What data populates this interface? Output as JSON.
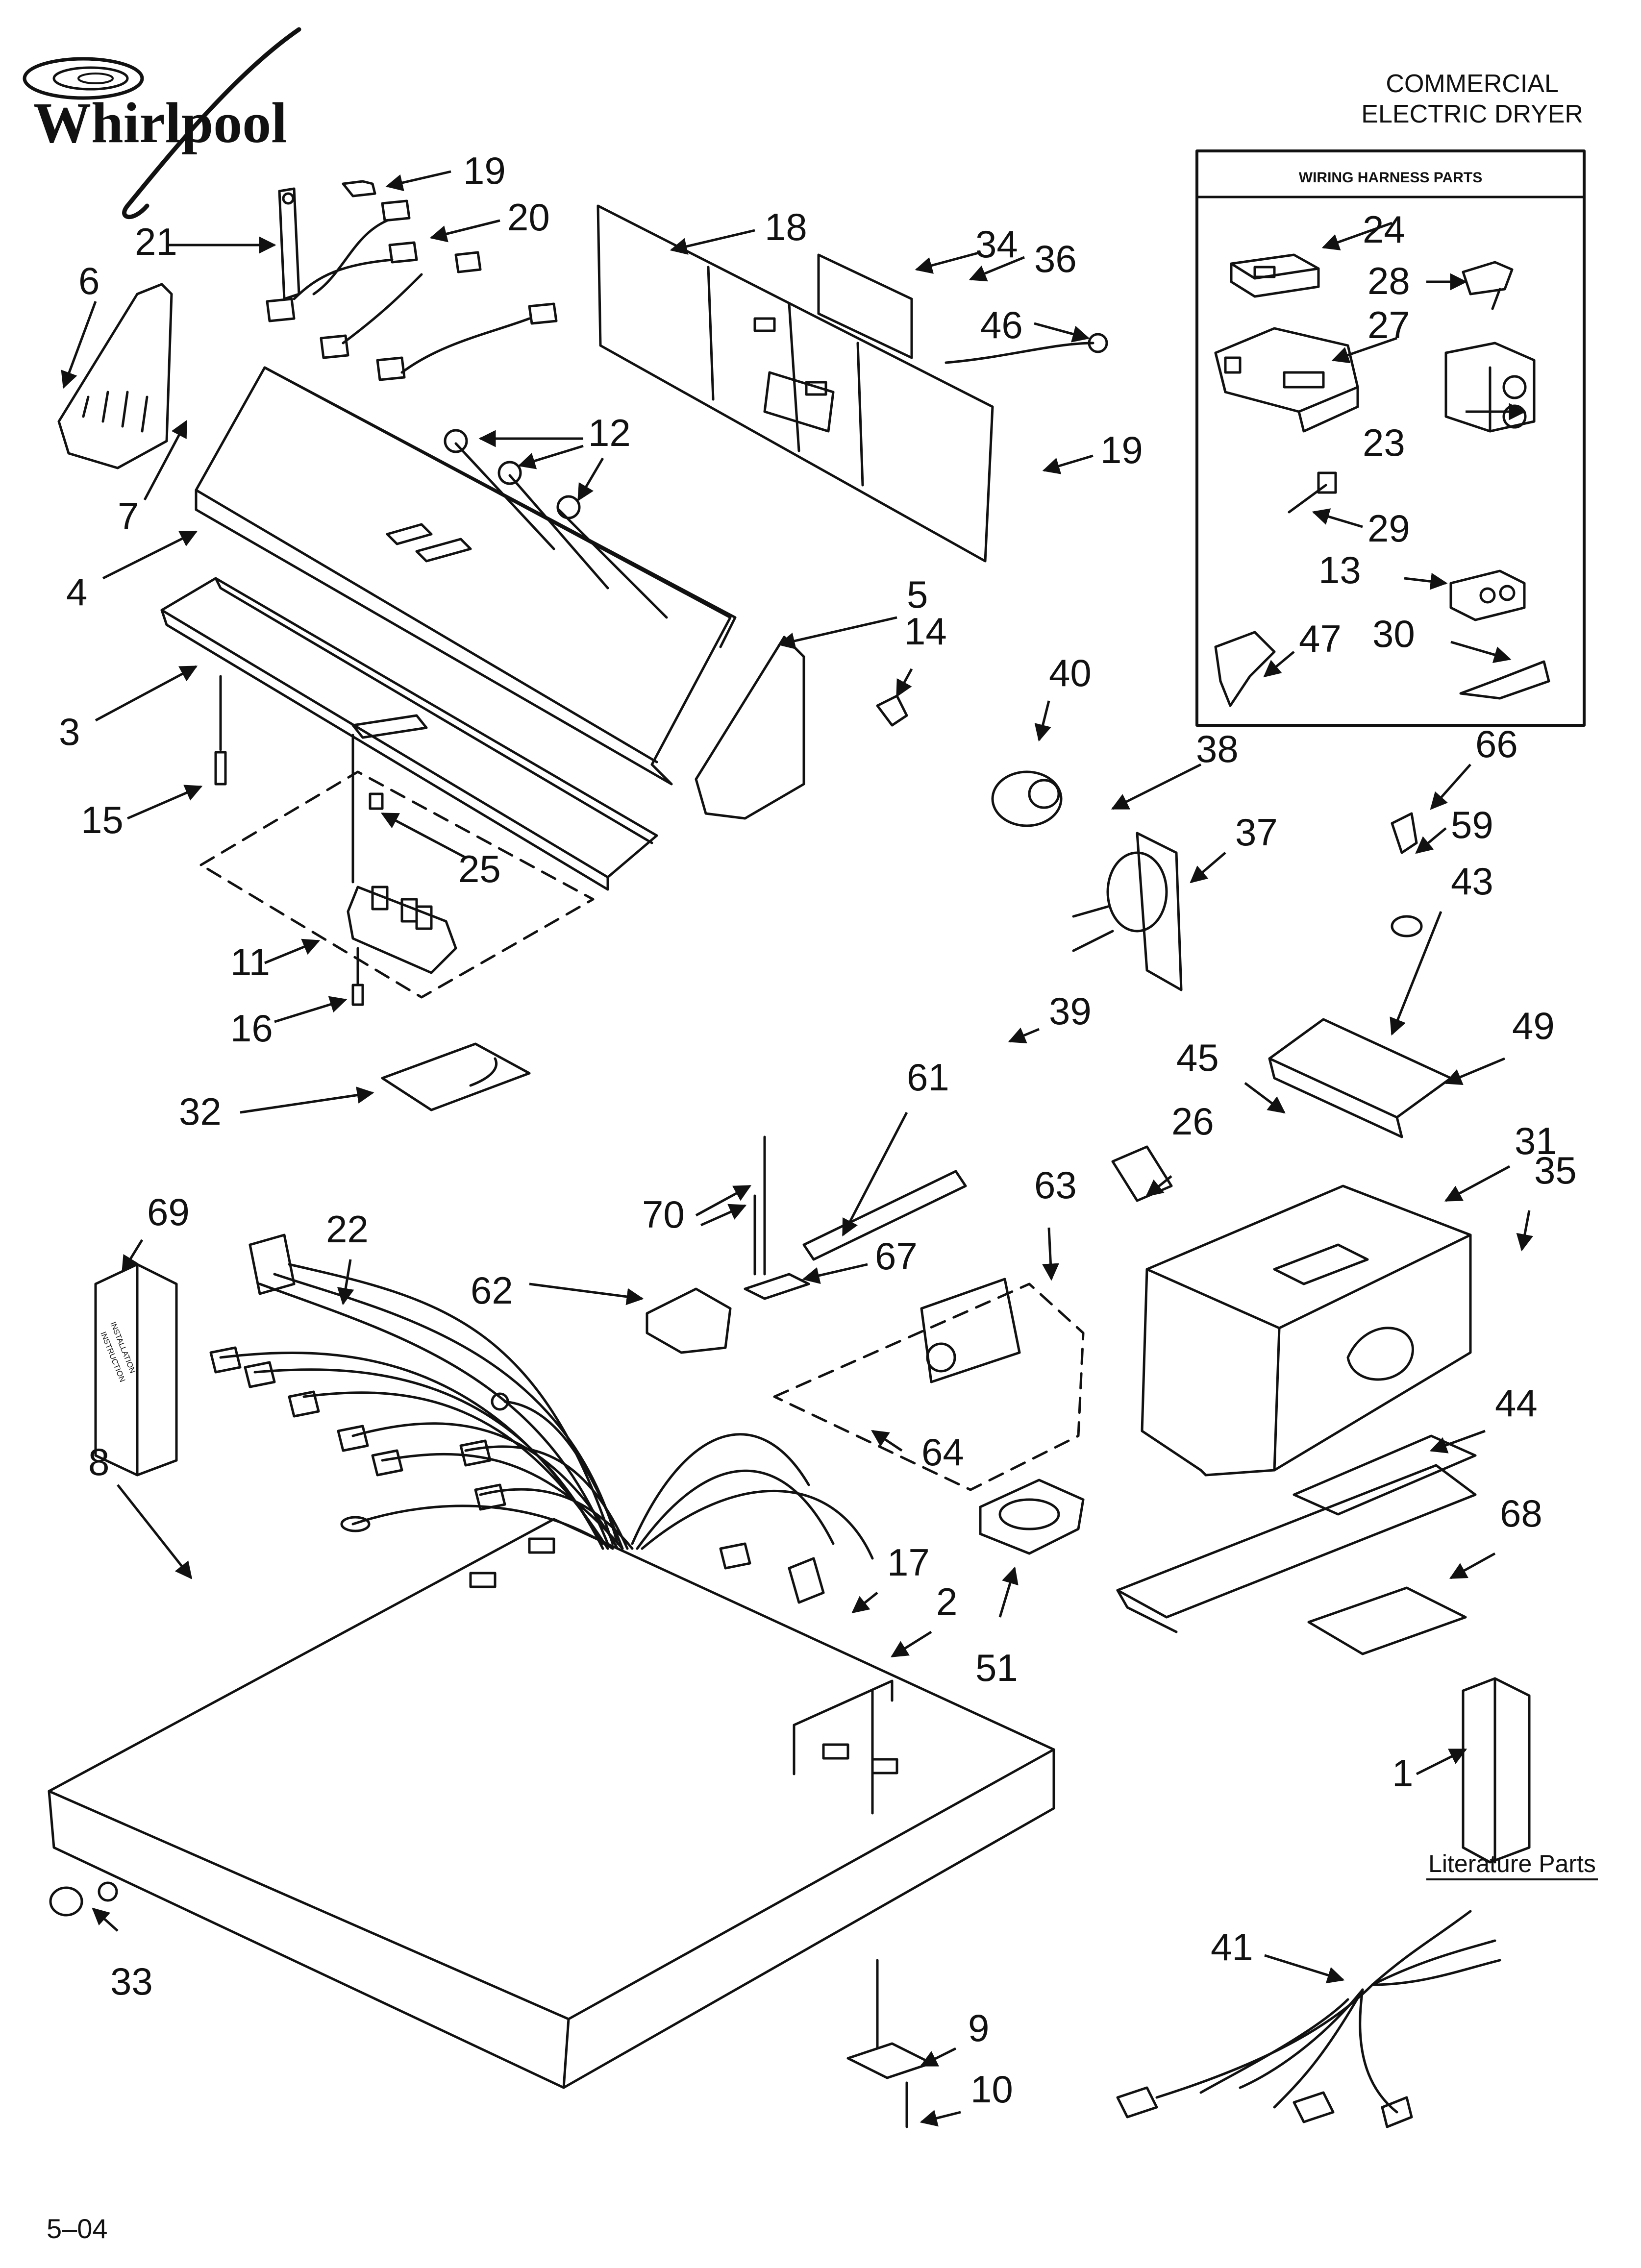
{
  "brand": {
    "name": "Whirlpool"
  },
  "header": {
    "line1": "COMMERCIAL",
    "line2": "ELECTRIC DRYER"
  },
  "harness_box": {
    "title": "WIRING HARNESS PARTS"
  },
  "literature": {
    "label": "Literature Parts"
  },
  "manual": {
    "line1": "INSTALLATION",
    "line2": "INSTRUCTION"
  },
  "footer": {
    "code": "5–04"
  },
  "callouts": [
    {
      "id": "c1",
      "label": "1"
    },
    {
      "id": "c2",
      "label": "2"
    },
    {
      "id": "c3",
      "label": "3"
    },
    {
      "id": "c4",
      "label": "4"
    },
    {
      "id": "c5",
      "label": "5"
    },
    {
      "id": "c6",
      "label": "6"
    },
    {
      "id": "c7",
      "label": "7"
    },
    {
      "id": "c8",
      "label": "8"
    },
    {
      "id": "c9",
      "label": "9"
    },
    {
      "id": "c10",
      "label": "10"
    },
    {
      "id": "c11",
      "label": "11"
    },
    {
      "id": "c12",
      "label": "12"
    },
    {
      "id": "c13",
      "label": "13"
    },
    {
      "id": "c14",
      "label": "14"
    },
    {
      "id": "c15",
      "label": "15"
    },
    {
      "id": "c16",
      "label": "16"
    },
    {
      "id": "c17",
      "label": "17"
    },
    {
      "id": "c18",
      "label": "18"
    },
    {
      "id": "c19a",
      "label": "19"
    },
    {
      "id": "c19b",
      "label": "19"
    },
    {
      "id": "c20",
      "label": "20"
    },
    {
      "id": "c21",
      "label": "21"
    },
    {
      "id": "c22",
      "label": "22"
    },
    {
      "id": "c23",
      "label": "23"
    },
    {
      "id": "c24",
      "label": "24"
    },
    {
      "id": "c25",
      "label": "25"
    },
    {
      "id": "c26",
      "label": "26"
    },
    {
      "id": "c27",
      "label": "27"
    },
    {
      "id": "c28",
      "label": "28"
    },
    {
      "id": "c29",
      "label": "29"
    },
    {
      "id": "c30",
      "label": "30"
    },
    {
      "id": "c31",
      "label": "31"
    },
    {
      "id": "c32",
      "label": "32"
    },
    {
      "id": "c33",
      "label": "33"
    },
    {
      "id": "c34",
      "label": "34"
    },
    {
      "id": "c35",
      "label": "35"
    },
    {
      "id": "c36",
      "label": "36"
    },
    {
      "id": "c37",
      "label": "37"
    },
    {
      "id": "c38",
      "label": "38"
    },
    {
      "id": "c39",
      "label": "39"
    },
    {
      "id": "c40",
      "label": "40"
    },
    {
      "id": "c41",
      "label": "41"
    },
    {
      "id": "c43",
      "label": "43"
    },
    {
      "id": "c44",
      "label": "44"
    },
    {
      "id": "c45",
      "label": "45"
    },
    {
      "id": "c46",
      "label": "46"
    },
    {
      "id": "c47",
      "label": "47"
    },
    {
      "id": "c49",
      "label": "49"
    },
    {
      "id": "c51",
      "label": "51"
    },
    {
      "id": "c59",
      "label": "59"
    },
    {
      "id": "c61",
      "label": "61"
    },
    {
      "id": "c62",
      "label": "62"
    },
    {
      "id": "c63",
      "label": "63"
    },
    {
      "id": "c64",
      "label": "64"
    },
    {
      "id": "c66",
      "label": "66"
    },
    {
      "id": "c67",
      "label": "67"
    },
    {
      "id": "c68",
      "label": "68"
    },
    {
      "id": "c69",
      "label": "69"
    },
    {
      "id": "c70",
      "label": "70"
    }
  ]
}
